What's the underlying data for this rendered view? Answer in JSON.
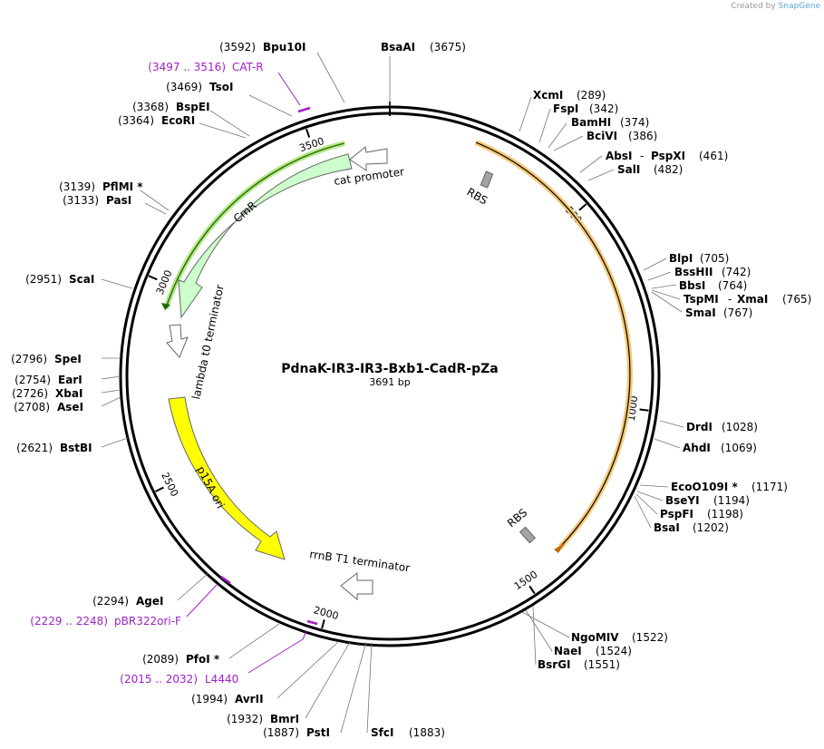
{
  "credit": {
    "prefix": "Created by",
    "brand": "SnapGene"
  },
  "plasmid": {
    "name": "PdnaK-IR3-IR3-Bxb1-CadR-pZa",
    "length_label": "3691 bp",
    "length": 3691
  },
  "colors": {
    "backbone": "#000000",
    "cmr": "#ccffcc",
    "cmr_highlight": "#8fcf5f",
    "p15a": "#ffff00",
    "cds": "#f5c876",
    "primer": "#a020c8",
    "rbs": "#a0a4a8"
  },
  "ticks": [
    {
      "bp": 500,
      "label": "500"
    },
    {
      "bp": 1000,
      "label": "1000"
    },
    {
      "bp": 1500,
      "label": "1500"
    },
    {
      "bp": 2000,
      "label": "2000"
    },
    {
      "bp": 2500,
      "label": "2500"
    },
    {
      "bp": 3000,
      "label": "3000"
    },
    {
      "bp": 3500,
      "label": "3500"
    }
  ],
  "features": [
    {
      "name": "cat promoter",
      "type": "promoter"
    },
    {
      "name": "CmR",
      "type": "cds"
    },
    {
      "name": "lambda t0 terminator",
      "type": "terminator"
    },
    {
      "name": "p15A ori",
      "type": "origin"
    },
    {
      "name": "rrnB T1 terminator",
      "type": "terminator"
    },
    {
      "name": "RBS",
      "type": "rbs"
    },
    {
      "name": "RBS",
      "type": "rbs"
    }
  ],
  "primers": [
    {
      "range": "(3497 .. 3516)",
      "name": "CAT-R"
    },
    {
      "range": "(2229 .. 2248)",
      "name": "pBR322ori-F"
    },
    {
      "range": "(2015 .. 2032)",
      "name": "L4440"
    }
  ],
  "enzymes": [
    {
      "name": "BsaAI",
      "pos": "(3675)"
    },
    {
      "name": "Bpu10I",
      "pos": "(3592)"
    },
    {
      "name": "TsoI",
      "pos": "(3469)"
    },
    {
      "name": "BspEI",
      "pos": "(3368)"
    },
    {
      "name": "EcoRI",
      "pos": "(3364)"
    },
    {
      "name": "PflMI *",
      "pos": "(3139)"
    },
    {
      "name": "PasI",
      "pos": "(3133)"
    },
    {
      "name": "ScaI",
      "pos": "(2951)"
    },
    {
      "name": "SpeI",
      "pos": "(2796)"
    },
    {
      "name": "EarI",
      "pos": "(2754)"
    },
    {
      "name": "XbaI",
      "pos": "(2726)"
    },
    {
      "name": "AseI",
      "pos": "(2708)"
    },
    {
      "name": "BstBI",
      "pos": "(2621)"
    },
    {
      "name": "AgeI",
      "pos": "(2294)"
    },
    {
      "name": "PfoI *",
      "pos": "(2089)"
    },
    {
      "name": "AvrII",
      "pos": "(1994)"
    },
    {
      "name": "BmrI",
      "pos": "(1932)"
    },
    {
      "name": "PstI",
      "pos": "(1887)"
    },
    {
      "name": "SfcI",
      "pos": "(1883)"
    },
    {
      "name": "XcmI",
      "pos": "(289)"
    },
    {
      "name": "FspI",
      "pos": "(342)"
    },
    {
      "name": "BamHI",
      "pos": "(374)"
    },
    {
      "name": "BciVI",
      "pos": "(386)"
    },
    {
      "name": "AbsI",
      "pos": "(461)"
    },
    {
      "name": "PspXI",
      "pos": ""
    },
    {
      "name": "SalI",
      "pos": "(482)"
    },
    {
      "name": "BlpI",
      "pos": "(705)"
    },
    {
      "name": "BssHII",
      "pos": "(742)"
    },
    {
      "name": "BbsI",
      "pos": "(764)"
    },
    {
      "name": "TspMI",
      "pos": "(765)"
    },
    {
      "name": "XmaI",
      "pos": ""
    },
    {
      "name": "SmaI",
      "pos": "(767)"
    },
    {
      "name": "DrdI",
      "pos": "(1028)"
    },
    {
      "name": "AhdI",
      "pos": "(1069)"
    },
    {
      "name": "EcoO109I *",
      "pos": "(1171)"
    },
    {
      "name": "BseYI",
      "pos": "(1194)"
    },
    {
      "name": "PspFI",
      "pos": "(1198)"
    },
    {
      "name": "BsaI",
      "pos": "(1202)"
    },
    {
      "name": "NgoMIV",
      "pos": "(1522)"
    },
    {
      "name": "NaeI",
      "pos": "(1524)"
    },
    {
      "name": "BsrGI",
      "pos": "(1551)"
    }
  ]
}
